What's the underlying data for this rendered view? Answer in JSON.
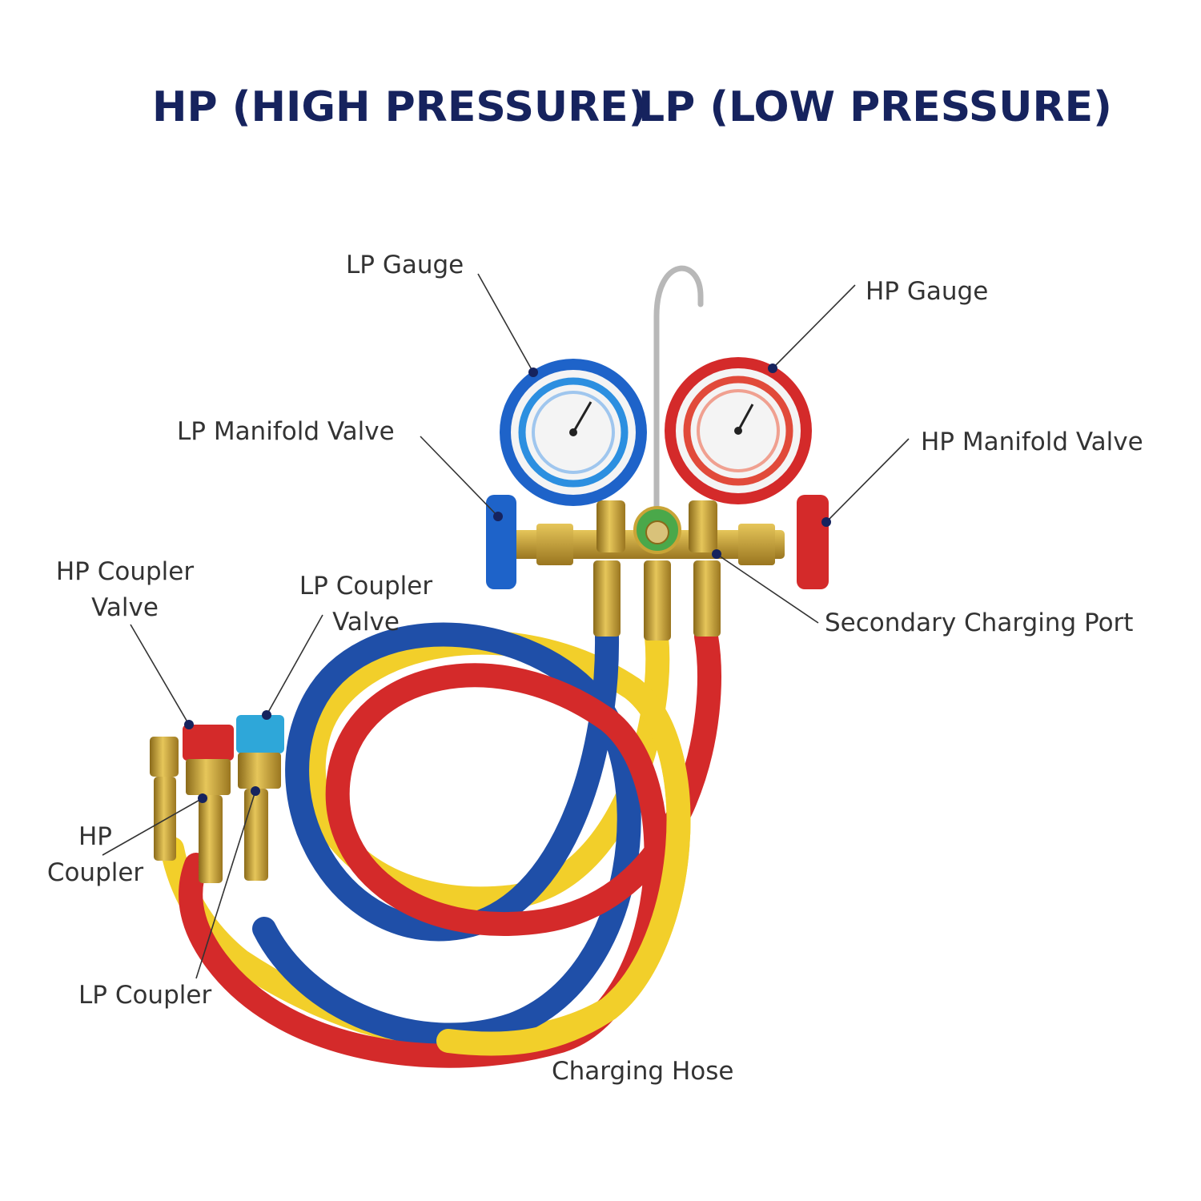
{
  "headings": {
    "hp": "HP (HIGH PRESSURE)",
    "lp": "LP (LOW PRESSURE)"
  },
  "labels": {
    "lp_gauge": "LP Gauge",
    "hp_gauge": "HP Gauge",
    "lp_manifold_valve": "LP Manifold Valve",
    "hp_manifold_valve": "HP Manifold Valve",
    "hp_coupler_valve_line1": "HP Coupler",
    "hp_coupler_valve_line2": "Valve",
    "lp_coupler_valve_line1": "LP Coupler",
    "lp_coupler_valve_line2": "Valve",
    "secondary_charging_port": "Secondary Charging Port",
    "hp_coupler_line1": "HP",
    "hp_coupler_line2": "Coupler",
    "lp_coupler": "LP Coupler",
    "charging_hose": "Charging Hose"
  },
  "colors": {
    "heading": "#16235e",
    "label": "#333333",
    "leader_line": "#333333",
    "hose_blue": "#1f4fa8",
    "hose_red": "#d42a2a",
    "hose_yellow": "#f2cf2a",
    "gauge_blue": "#1e63c9",
    "gauge_red": "#d42a2a",
    "brass": "#c9a437"
  }
}
